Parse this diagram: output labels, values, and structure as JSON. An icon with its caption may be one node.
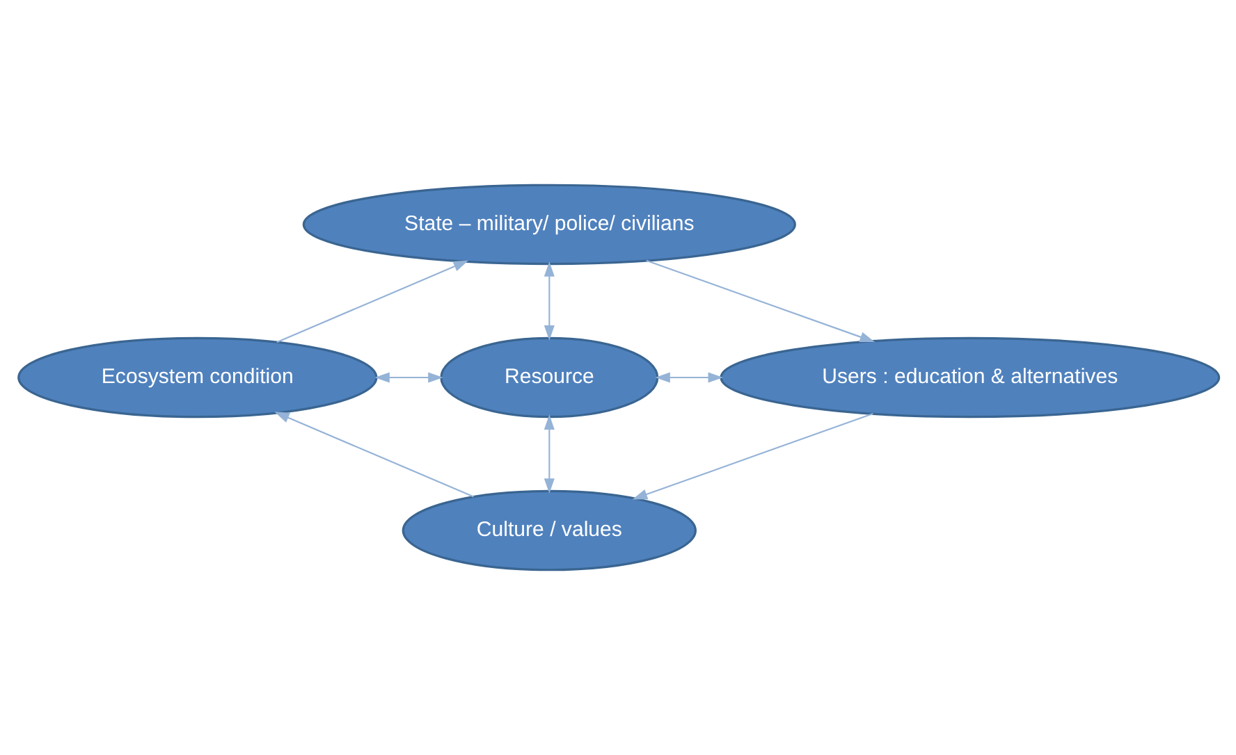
{
  "diagram": {
    "nodes": [
      {
        "text": [
          "State – military/ police/ civilians"
        ]
      },
      {
        "text": [
          "Ecosystem condition"
        ]
      },
      {
        "text": [
          "Resource"
        ]
      },
      {
        "text": [
          "Users : education & alternatives"
        ]
      },
      {
        "text": [
          "Culture / values"
        ]
      }
    ],
    "edges": [
      {
        "from": 1,
        "to": 0,
        "arrow": "to"
      },
      {
        "from": 0,
        "to": 3,
        "arrow": "to"
      },
      {
        "from": 3,
        "to": 4,
        "arrow": "to"
      },
      {
        "from": 4,
        "to": 1,
        "arrow": "to"
      },
      {
        "from": 0,
        "to": 2,
        "arrow": "both"
      },
      {
        "from": 1,
        "to": 2,
        "arrow": "both"
      },
      {
        "from": 2,
        "to": 3,
        "arrow": "both"
      },
      {
        "from": 2,
        "to": 4,
        "arrow": "both"
      }
    ]
  }
}
